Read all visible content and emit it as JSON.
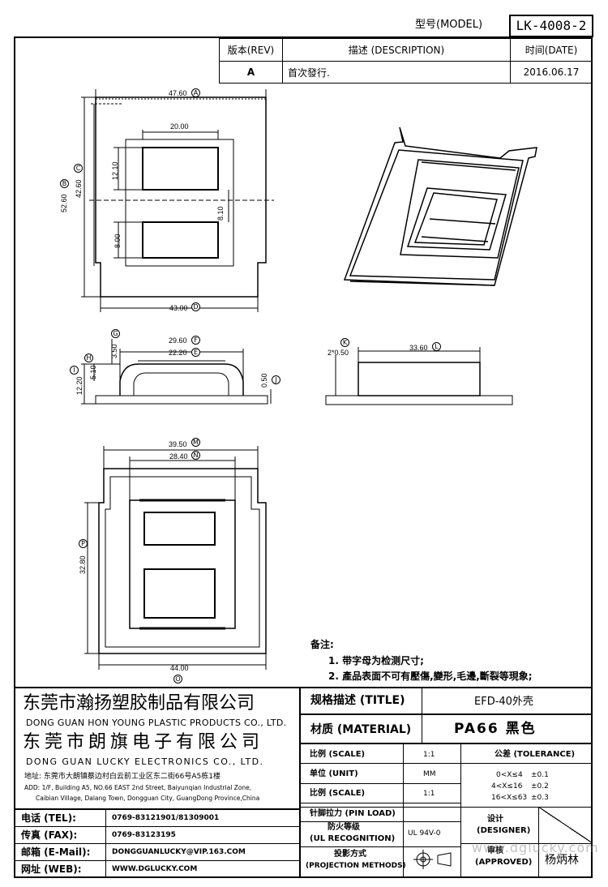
{
  "header": {
    "model_label": "型号(MODEL)",
    "model_value": "LK-4008-2"
  },
  "revision_table": {
    "rev_header": "版本(REV)",
    "desc_header": "描述 (DESCRIPTION)",
    "date_header": "时间(DATE)",
    "rev_value": "A",
    "desc_value": "首次發行.",
    "date_value": "2016.06.17"
  },
  "dimensions": {
    "top_view": {
      "A": "47.60",
      "A_tag": "A",
      "w20": "20.00",
      "h1210": "12.10",
      "B": "52.60",
      "B_tag": "B",
      "C": "42.60",
      "C_tag": "C",
      "h810": "8.10",
      "h800": "8.00",
      "D": "43.00",
      "D_tag": "D"
    },
    "front_view": {
      "G": "3.50",
      "G_tag": "G",
      "F": "29.60",
      "F_tag": "F",
      "E": "22.20",
      "E_tag": "E",
      "H": "5.10",
      "H_tag": "H",
      "I": "12.20",
      "I_tag": "I",
      "J": "0.50",
      "J_tag": "J"
    },
    "side_view": {
      "K": "2*0.50",
      "K_tag": "K",
      "L": "33.60",
      "L_tag": "L"
    },
    "bottom_view": {
      "M": "39.50",
      "M_tag": "M",
      "N": "28.40",
      "N_tag": "N",
      "P": "32.80",
      "P_tag": "P",
      "O": "44.00",
      "O_tag": "O"
    }
  },
  "notes": {
    "title": "备注:",
    "line1": "1. 带字母为检测尺寸;",
    "line2": "2. 產品表面不可有壓傷,變形,毛邊,斷裂等現象;"
  },
  "company": {
    "cn1": "东莞市瀚扬塑胶制品有限公司",
    "en1": "DONG GUAN HON YOUNG PLASTIC PRODUCTS CO., LTD.",
    "cn2": "东莞市朗旗电子有限公司",
    "en2": "DONG GUAN LUCKY ELECTRONICS CO., LTD.",
    "addr_cn": "地址: 东莞市大朗镇蔡边村白云前工业区东二街66号A5栋1楼",
    "addr_en1": "ADD: 1/F, Building A5, NO.66 EAST 2nd Street, Baiyunqian Industrial Zone,",
    "addr_en2": "Caibian Village, Dalang Town, Dongguan City, GuangDong Province,China"
  },
  "contacts": {
    "tel_label": "电话 (TEL):",
    "tel_value": "0769-83121901/81309001",
    "fax_label": "传真 (FAX):",
    "fax_value": "0769-83123195",
    "email_label": "邮箱 (E-Mail):",
    "email_value": "DONGGUANLUCKY@VIP.163.COM",
    "web_label": "网址 (WEB):",
    "web_value": "WWW.DGLUCKY.COM"
  },
  "title_block": {
    "title_label": "规格描述 (TITLE)",
    "title_value": "EFD-40外壳",
    "material_label": "材质 (MATERIAL)",
    "material_value": "PA66 黑色",
    "scale_label": "比例 (SCALE)",
    "scale_value": "1:1",
    "unit_label": "单位 (UNIT)",
    "unit_value": "MM",
    "scale2_label": "比例 (SCALE)",
    "scale2_value": "1:1",
    "tolerance_label": "公差 (TOLERANCE)",
    "tol1_range": "0<X≤4",
    "tol1_value": "±0.1",
    "tol2_range": "4<X≤16",
    "tol2_value": "±0.2",
    "tol3_range": "16<X≤63",
    "tol3_value": "±0.3",
    "pin_label": "针脚拉力 (PIN LOAD)",
    "ul_label1": "防火等级",
    "ul_label2": "(UL RECOGNITION)",
    "ul_value": "UL 94V-0",
    "proj_label1": "投影方式",
    "proj_label2": "(PROJECTION METHODS)",
    "designer_label1": "设计",
    "designer_label2": "(DESIGNER)",
    "approved_label1": "审核",
    "approved_label2": "(APPROVED)",
    "approved_value": "杨炳林",
    "watermark": "www.dglucky.com"
  }
}
